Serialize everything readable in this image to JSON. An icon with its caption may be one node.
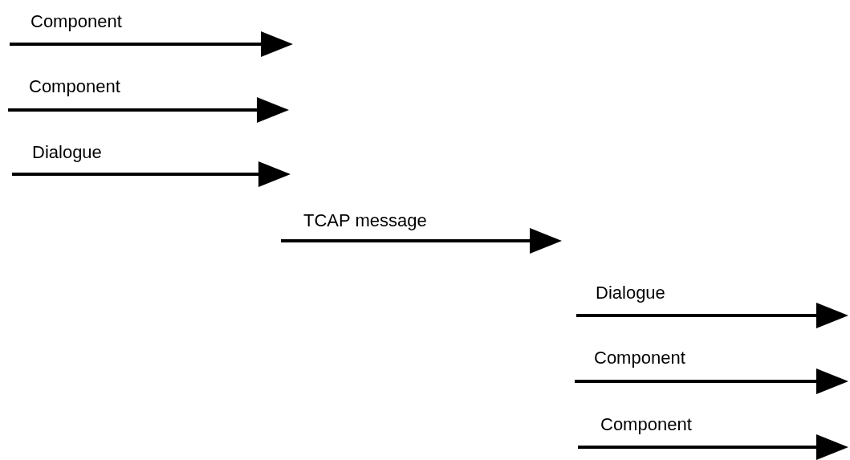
{
  "diagram": {
    "labels": [
      "Component",
      "Component",
      "Dialogue",
      "TCAP message",
      "Dialogue",
      "Component",
      "Component"
    ]
  }
}
